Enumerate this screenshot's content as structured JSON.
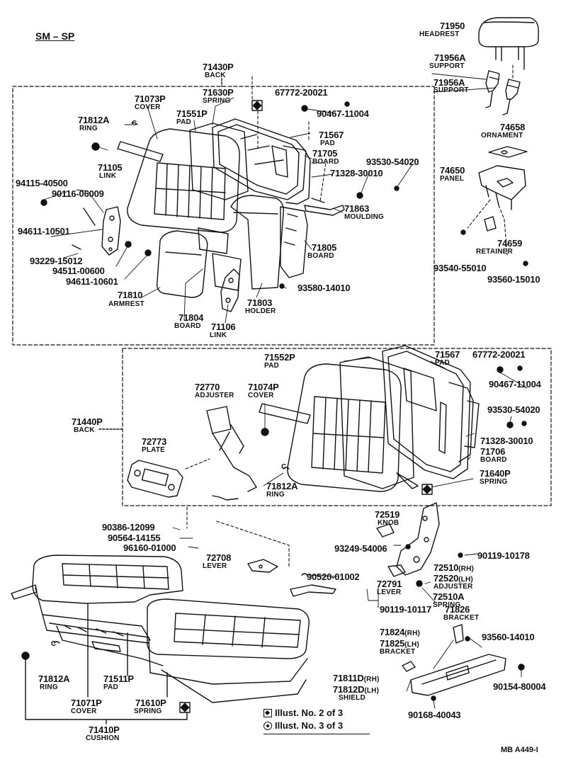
{
  "header": {
    "model": "SM – SP"
  },
  "labels": {
    "headrest_pn": "71950",
    "headrest_nm": "HEADREST",
    "support1_pn": "71956A",
    "support1_nm": "SUPPORT",
    "support2_pn": "71956A",
    "support2_nm": "SUPPORT",
    "ornament_pn": "74658",
    "ornament_nm": "ORNAMENT",
    "panel_pn": "74650",
    "panel_nm": "PANEL",
    "retainer_pn": "74659",
    "retainer_nm": "RETAINER",
    "screw93540_pn": "93540-55010",
    "screw93560a_pn": "93560-15010",
    "back71430_pn": "71430P",
    "back71430_nm": "BACK",
    "cover71073_pn": "71073P",
    "cover71073_nm": "COVER",
    "spring71630_pn": "71630P",
    "spring71630_nm": "SPRING",
    "pad71551_pn": "71551P",
    "pad71551_nm": "PAD",
    "ring71812a1_pn": "71812A",
    "ring71812a1_nm": "RING",
    "clip67772a_pn": "67772-20021",
    "screw90467a_pn": "90467-11004",
    "pad71567a_pn": "71567",
    "pad71567a_nm": "PAD",
    "board71705_pn": "71705",
    "board71705_nm": "BOARD",
    "nut93530a_pn": "93530-54020",
    "bolt71328a_pn": "71328-30010",
    "link71105_pn": "71105",
    "link71105_nm": "LINK",
    "bolt94115_pn": "94115-40500",
    "pin90116_pn": "90116-06009",
    "washer94611a_pn": "94611-10501",
    "moulding71863_pn": "71863",
    "moulding71863_nm": "MOULDING",
    "screw93229_pn": "93229-15012",
    "nut94511_pn": "94511-00600",
    "washer94611b_pn": "94611-10601",
    "board71805_pn": "71805",
    "board71805_nm": "BOARD",
    "armrest71810_pn": "71810",
    "armrest71810_nm": "ARMREST",
    "board71804_pn": "71804",
    "board71804_nm": "BOARD",
    "holder71803_pn": "71803",
    "holder71803_nm": "HOLDER",
    "screw93580_pn": "93580-14010",
    "link71106_pn": "71106",
    "link71106_nm": "LINK",
    "pad71552_pn": "71552P",
    "pad71552_nm": "PAD",
    "pad71567b_pn": "71567",
    "pad71567b_nm": "PAD",
    "clip67772b_pn": "67772-20021",
    "screw90467b_pn": "90467-11004",
    "adjuster72770_pn": "72770",
    "adjuster72770_nm": "ADJUSTER",
    "cover71074_pn": "71074P",
    "cover71074_nm": "COVER",
    "back71440_pn": "71440P",
    "back71440_nm": "BACK",
    "nut93530b_pn": "93530-54020",
    "bolt71328b_pn": "71328-30010",
    "board71706_pn": "71706",
    "board71706_nm": "BOARD",
    "plate72773_pn": "72773",
    "plate72773_nm": "PLATE",
    "spring71640_pn": "71640P",
    "spring71640_nm": "SPRING",
    "ring71812a2_pn": "71812A",
    "ring71812a2_nm": "RING",
    "knob72519_pn": "72519",
    "knob72519_nm": "KNOB",
    "bolt90119a_pn": "90119-10178",
    "clip90386_pn": "90386-12099",
    "nut90564_pn": "90564-14155",
    "ring96160_pn": "96160-01000",
    "screw93249_pn": "93249-54006",
    "adjuster72510_pn": "72510",
    "adjuster72510_sfx": "(RH)",
    "adjuster72520_pn": "72520",
    "adjuster72520_sfx": "(LH)",
    "adjuster72520_nm": "ADJUSTER",
    "spring72510a_pn": "72510A",
    "spring72510a_nm": "SPRING",
    "lever72708_pn": "72708",
    "lever72708_nm": "LEVER",
    "spring90520_pn": "90520-01002",
    "lever72791_pn": "72791",
    "lever72791_nm": "LEVER",
    "bolt90119b_pn": "90119-10117",
    "bracket71826_pn": "71826",
    "bracket71826_nm": "BRACKET",
    "bracket71824_pn": "71824",
    "bracket71824_sfx": "(RH)",
    "bracket71825_pn": "71825",
    "bracket71825_sfx": "(LH)",
    "bracket71825_nm": "BRACKET",
    "screw93560b_pn": "93560-14010",
    "shield71811_pn": "71811D",
    "shield71811_sfx": "(RH)",
    "shield71812_pn": "71812D",
    "shield71812_sfx": "(LH)",
    "shield71812_nm": "SHIELD",
    "screw90154_pn": "90154-80004",
    "screw90168_pn": "90168-40043",
    "ring71812a3_pn": "71812A",
    "ring71812a3_nm": "RING",
    "pad71511_pn": "71511P",
    "pad71511_nm": "PAD",
    "cover71071_pn": "71071P",
    "cover71071_nm": "COVER",
    "spring71610_pn": "71610P",
    "spring71610_nm": "SPRING",
    "cushion71410_pn": "71410P",
    "cushion71410_nm": "CUSHION",
    "ring_c1": "C",
    "ring_c2": "C",
    "ring_c3": "C"
  },
  "legend": {
    "illust2": "Illust. No. 2 of 3",
    "illust3": "Illust. No. 3 of 3"
  },
  "footer": {
    "code": "MB  A449-I"
  }
}
